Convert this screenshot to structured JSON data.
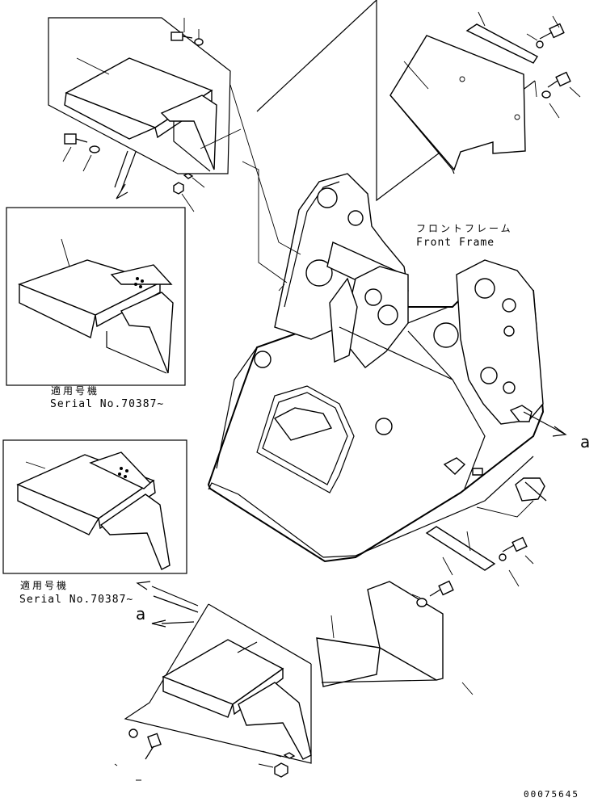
{
  "labels": {
    "front_frame_jp": "フロントフレーム",
    "front_frame_en": "Front Frame",
    "serial_jp_1": "適用号機",
    "serial_en_1": "Serial No.70387~",
    "serial_jp_2": "適用号機",
    "serial_en_2": "Serial No.70387~",
    "view_a_right": "a",
    "view_a_left": "a",
    "drawing_number": "00075645"
  }
}
